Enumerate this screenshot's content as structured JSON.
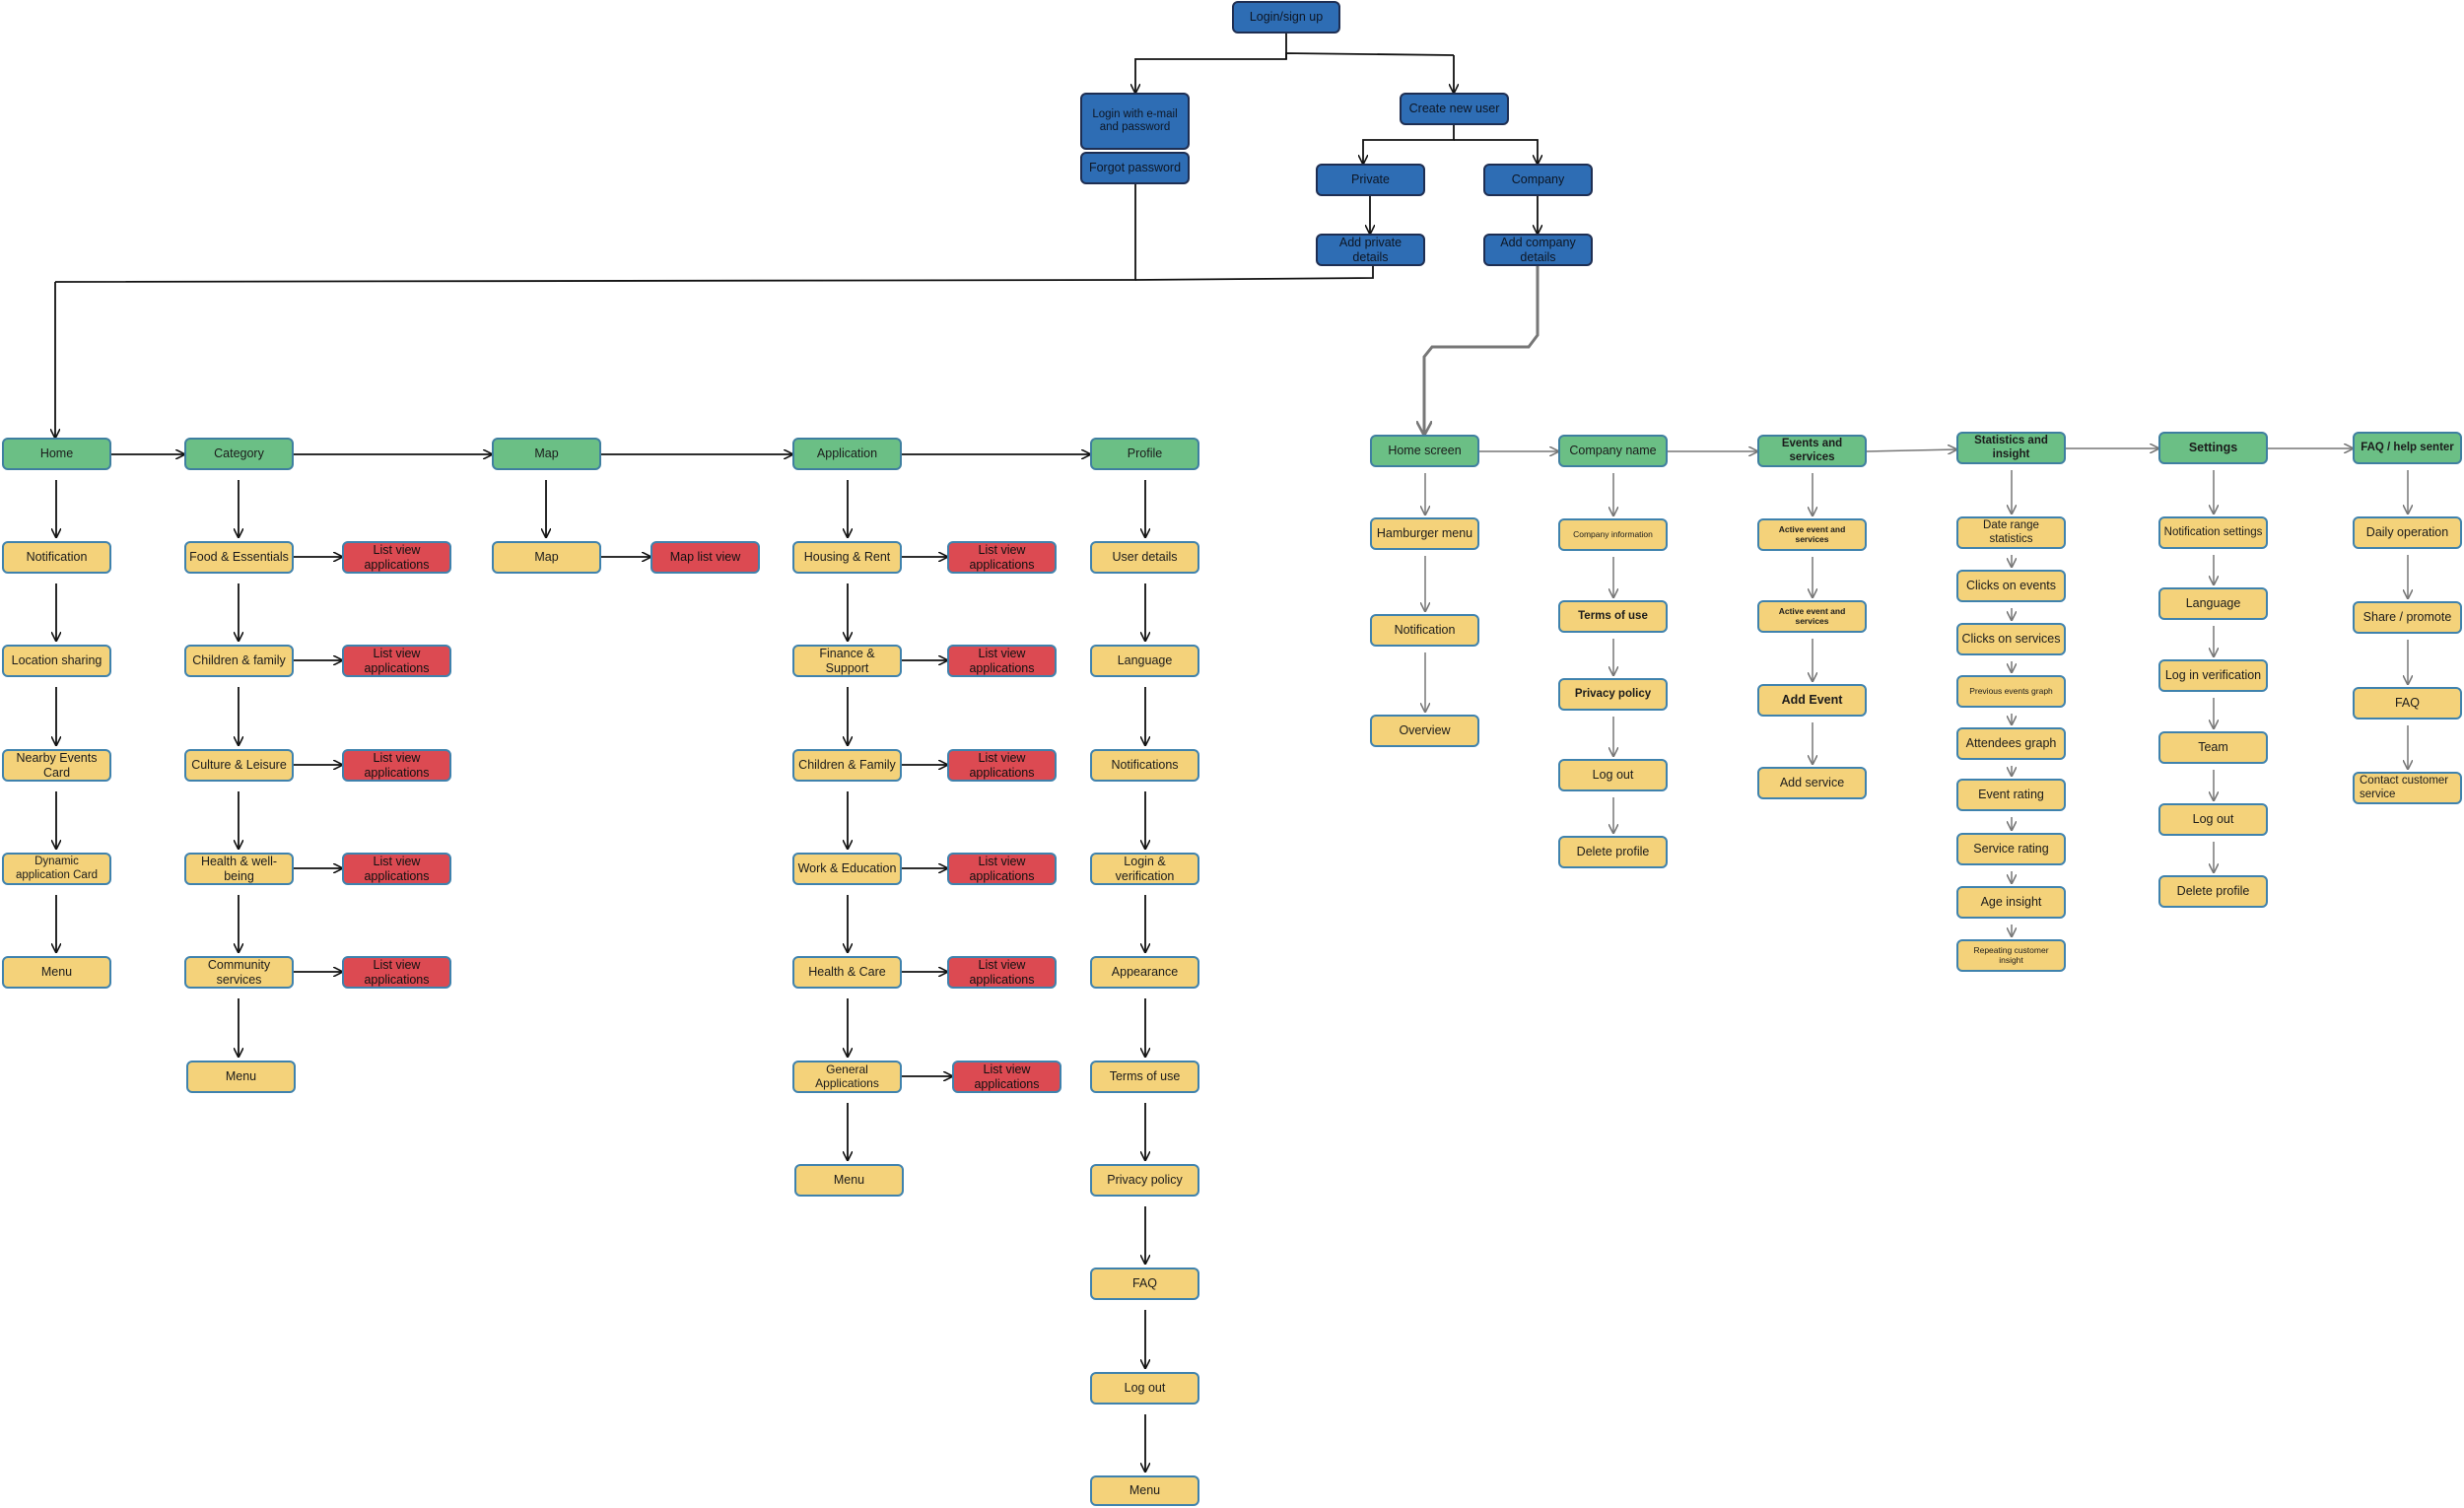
{
  "auth": {
    "login_signup": "Login/sign up",
    "login_email": "Login with e-mail and password",
    "forgot_password": "Forgot password",
    "create_new_user": "Create new user",
    "private": "Private",
    "company": "Company",
    "add_private_details": "Add private details",
    "add_company_details": "Add company details"
  },
  "private_flow": {
    "home": {
      "title": "Home",
      "items": [
        "Notification",
        "Location sharing",
        "Nearby Events Card",
        "Dynamic application Card",
        "Menu"
      ]
    },
    "category": {
      "title": "Category",
      "items": [
        "Food & Essentials",
        "Children & family",
        "Culture & Leisure",
        "Health & well-being",
        "Community services",
        "Menu"
      ],
      "list_view": "List view applications"
    },
    "map": {
      "title": "Map",
      "items": [
        "Map"
      ],
      "list_view": "Map list view"
    },
    "application": {
      "title": "Application",
      "items": [
        "Housing & Rent",
        "Finance & Support",
        "Children & Family",
        "Work & Education",
        "Health & Care",
        "General Applications",
        "Menu"
      ],
      "list_view": "List view applications"
    },
    "profile": {
      "title": "Profile",
      "items": [
        "User details",
        "Language",
        "Notifications",
        "Login & verification",
        "Appearance",
        "Terms of use",
        "Privacy policy",
        "FAQ",
        "Log out",
        "Menu"
      ]
    }
  },
  "company_flow": {
    "home_screen": {
      "title": "Home screen",
      "items": [
        "Hamburger menu",
        "Notification",
        "Overview"
      ]
    },
    "company_name": {
      "title": "Company name",
      "items": [
        "Company information",
        "Terms of use",
        "Privacy policy",
        "Log out",
        "Delete profile"
      ]
    },
    "events_services": {
      "title": "Events and services",
      "items": [
        "Active event and services",
        "Active event and services",
        "Add Event",
        "Add service"
      ]
    },
    "statistics": {
      "title": "Statistics and insight",
      "items": [
        "Date range statistics",
        "Clicks on events",
        "Clicks on services",
        "Previous events graph",
        "Attendees graph",
        "Event rating",
        "Service rating",
        "Age insight",
        "Repeating customer insight"
      ]
    },
    "settings": {
      "title": "Settings",
      "items": [
        "Notification settings",
        "Language",
        "Log in verification",
        "Team",
        "Log out",
        "Delete profile"
      ]
    },
    "faq": {
      "title": "FAQ / help senter",
      "items": [
        "Daily operation",
        "Share / promote",
        "FAQ",
        "Contact customer service"
      ]
    }
  },
  "colors": {
    "auth_node": "#2e6db4",
    "section_header": "#6bbf85",
    "screen_item": "#f4d27a",
    "list_view": "#dc4a52"
  }
}
